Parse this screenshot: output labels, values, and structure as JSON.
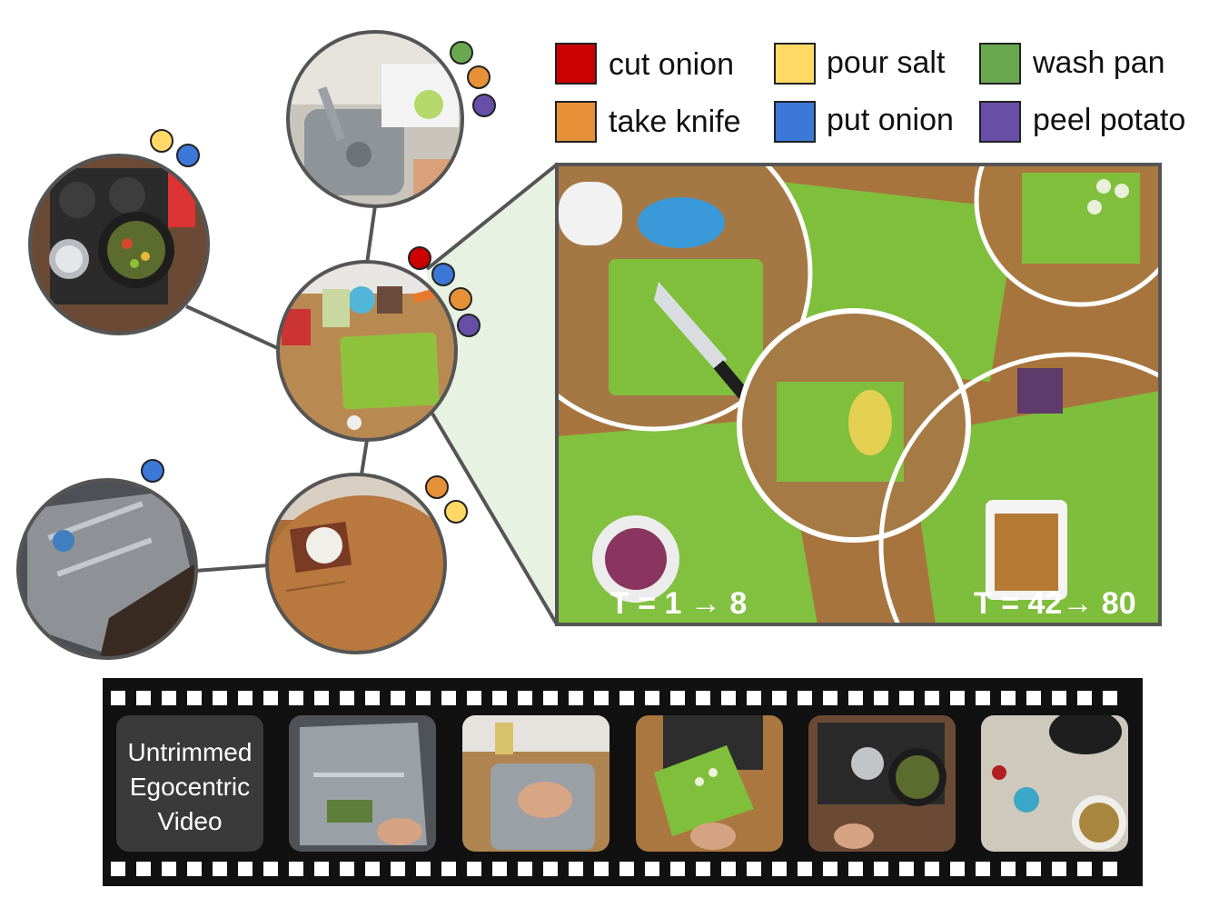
{
  "legend": {
    "items": [
      {
        "label": "cut onion",
        "color": "#cc0000"
      },
      {
        "label": "pour salt",
        "color": "#ffd966"
      },
      {
        "label": "wash pan",
        "color": "#6aa84f"
      },
      {
        "label": "take knife",
        "color": "#e69138"
      },
      {
        "label": "put onion",
        "color": "#3c78d8"
      },
      {
        "label": "peel potato",
        "color": "#674ea7"
      }
    ]
  },
  "zoom_panel": {
    "start_label": "T = 1 → 8",
    "end_label": "T = 42→ 80"
  },
  "filmstrip": {
    "caption_line1": "Untrimmed",
    "caption_line2": "Egocentric",
    "caption_line3": "Video"
  },
  "colors": {
    "graph_edge": "#555555",
    "node_border": "#555555",
    "zoom_bg": "#e8f2e2",
    "film": "#111111"
  }
}
